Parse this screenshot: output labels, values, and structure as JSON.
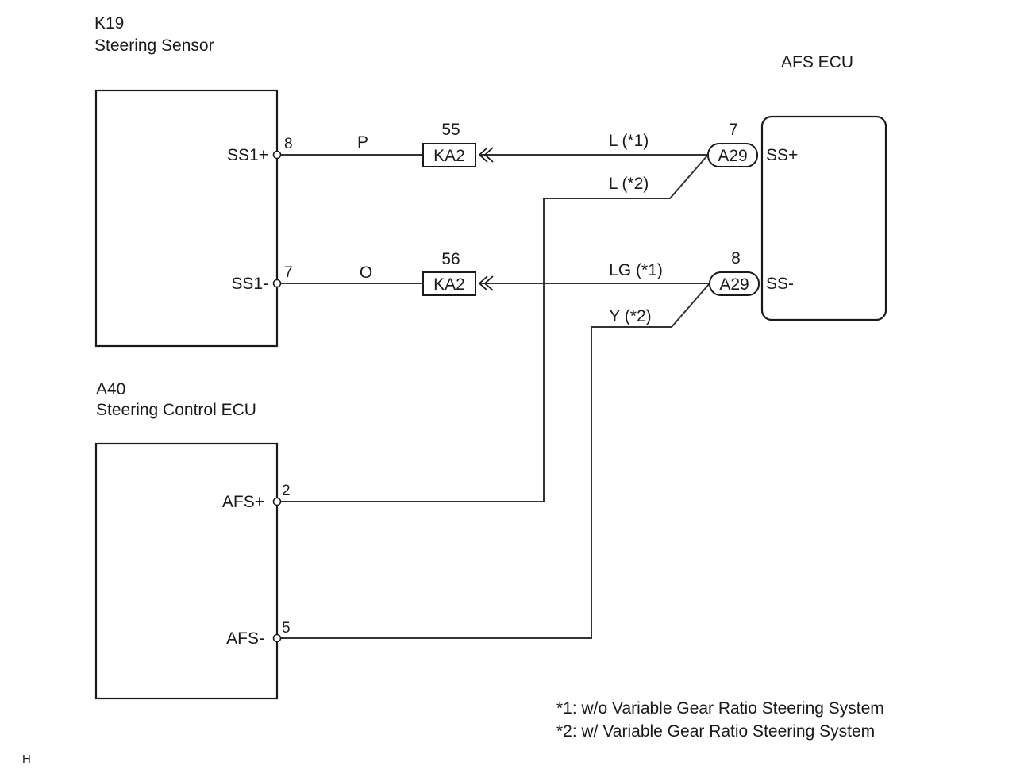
{
  "components": {
    "steering_sensor": {
      "code": "K19",
      "name": "Steering Sensor",
      "pins": [
        {
          "label": "SS1+",
          "number": "8"
        },
        {
          "label": "SS1-",
          "number": "7"
        }
      ]
    },
    "steering_control_ecu": {
      "code": "A40",
      "name": "Steering Control ECU",
      "pins": [
        {
          "label": "AFS+",
          "number": "2"
        },
        {
          "label": "AFS-",
          "number": "5"
        }
      ]
    },
    "afs_ecu": {
      "name": "AFS ECU",
      "pins": [
        {
          "label": "SS+",
          "connector": "A29",
          "number": "7"
        },
        {
          "label": "SS-",
          "connector": "A29",
          "number": "8"
        }
      ]
    }
  },
  "junctions": [
    {
      "label": "KA2",
      "number": "55"
    },
    {
      "label": "KA2",
      "number": "56"
    }
  ],
  "wires": [
    {
      "color_code": "P"
    },
    {
      "color_code": "L (*1)"
    },
    {
      "color_code": "L (*2)"
    },
    {
      "color_code": "O"
    },
    {
      "color_code": "LG (*1)"
    },
    {
      "color_code": "Y (*2)"
    }
  ],
  "footnotes": [
    "*1: w/o Variable  Gear Ratio Steering System",
    "*2: w/ Variable  Gear Ratio Steering System"
  ],
  "corner_mark": "H"
}
